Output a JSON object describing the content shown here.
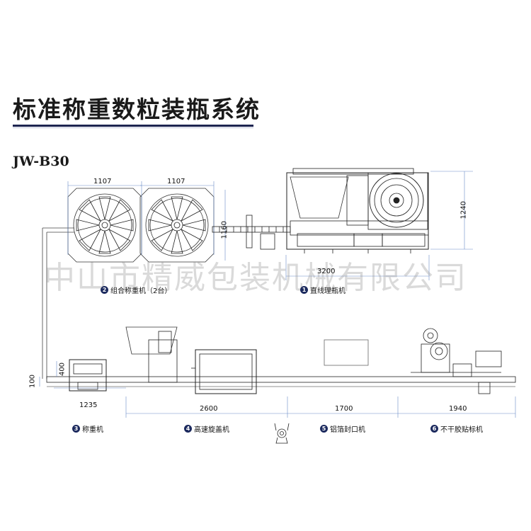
{
  "title": "标准称重数粒装瓶系统",
  "model": "JW-B30",
  "watermark": "中山市精威包装机械有限公司",
  "dimensions": {
    "weigher1_width": "1107",
    "weigher2_width": "1107",
    "weigher_height": "1160",
    "unscrambler_length": "3200",
    "unscrambler_height": "1240",
    "checkweigher_length": "1235",
    "checkweigher_depth": "400",
    "line_height": "100",
    "capper_length": "2600",
    "sealer_length": "1700",
    "labeler_length": "1940"
  },
  "machines": [
    {
      "num": "2",
      "label": "组合称重机（2台）"
    },
    {
      "num": "1",
      "label": "直线理瓶机"
    },
    {
      "num": "3",
      "label": "称重机"
    },
    {
      "num": "4",
      "label": "高速旋盖机"
    },
    {
      "num": "5",
      "label": "铝箔封口机"
    },
    {
      "num": "6",
      "label": "不干胶贴标机"
    }
  ]
}
